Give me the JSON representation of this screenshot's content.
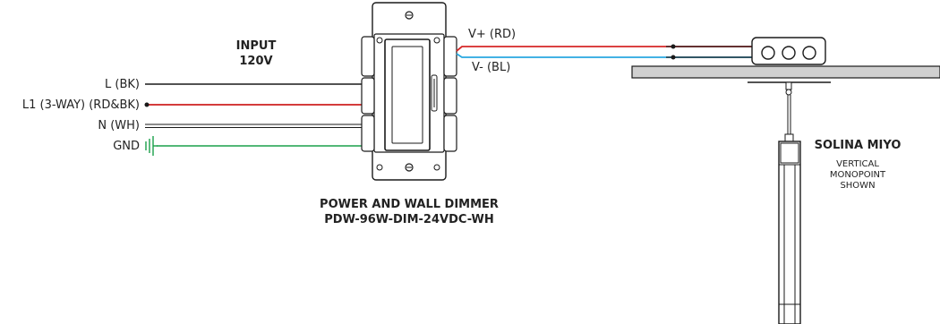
{
  "input": {
    "title": "INPUT",
    "voltage": "120V"
  },
  "wires_in": [
    {
      "label": "L (BK)",
      "color": "#1a1a1a"
    },
    {
      "label": "L1 (3-WAY) (RD&BK)",
      "color": "#d62828"
    },
    {
      "label": "N (WH)",
      "color": "#1a1a1a"
    },
    {
      "label": "GND",
      "color": "#1aa04a"
    }
  ],
  "wires_out": [
    {
      "label": "V+ (RD)",
      "color": "#d62828"
    },
    {
      "label": "V- (BL)",
      "color": "#29a8e0"
    }
  ],
  "dimmer": {
    "name": "POWER AND WALL DIMMER",
    "model": "PDW-96W-DIM-24VDC-WH"
  },
  "fixture": {
    "name": "SOLINA MIYO",
    "note_line1": "VERTICAL",
    "note_line2": "MONOPOINT",
    "note_line3": "SHOWN"
  }
}
